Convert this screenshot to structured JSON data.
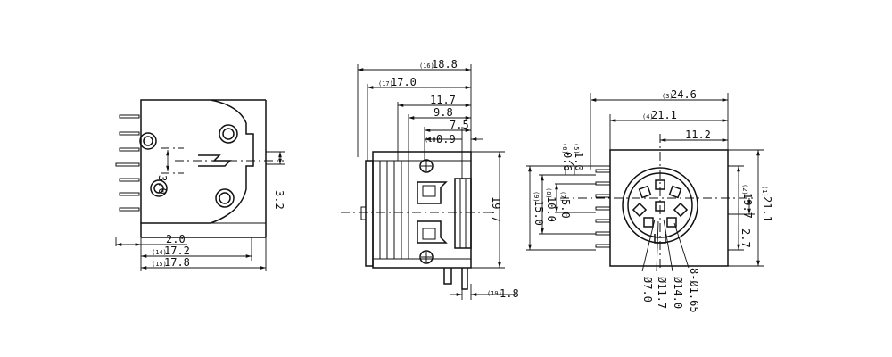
{
  "views": {
    "left": {
      "dims": {
        "d30": "3.0",
        "d32": "3.2",
        "d20": "2.0",
        "d172": "17.2",
        "d172_ref": "(14)",
        "d178": "17.8",
        "d178_ref": "(15)"
      }
    },
    "middle": {
      "dims": {
        "d188": "18.8",
        "d188_ref": "(16)",
        "d170": "17.0",
        "d170_ref": "(17)",
        "d117": "11.7",
        "d98": "9.8",
        "d75": "7.5",
        "d09": "0.9",
        "d09_ref": "(18)",
        "d197": "19.7",
        "d18": "1.8",
        "d18_ref": "(19)"
      }
    },
    "right": {
      "dims": {
        "d246": "24.6",
        "d246_ref": "(3)",
        "d211": "21.1",
        "d211_ref": "(4)",
        "d112": "11.2",
        "d10": "1.0",
        "d10_ref": "(5)",
        "d06": "0.6",
        "d06_ref": "(6)",
        "d150": "15.0",
        "d150_ref": "(9)",
        "d100": "10.0",
        "d100_ref": "(8)",
        "d50": "5.0",
        "d50_ref": "(7)",
        "d197": "19.7",
        "d197_ref": "(2)",
        "d211v": "21.1",
        "d211v_ref": "(1)",
        "d27": "2.7",
        "d70": "Ø7.0",
        "d117": "Ø11.7",
        "d140": "Ø14.0",
        "d165": "8-Ø1.65"
      }
    }
  }
}
